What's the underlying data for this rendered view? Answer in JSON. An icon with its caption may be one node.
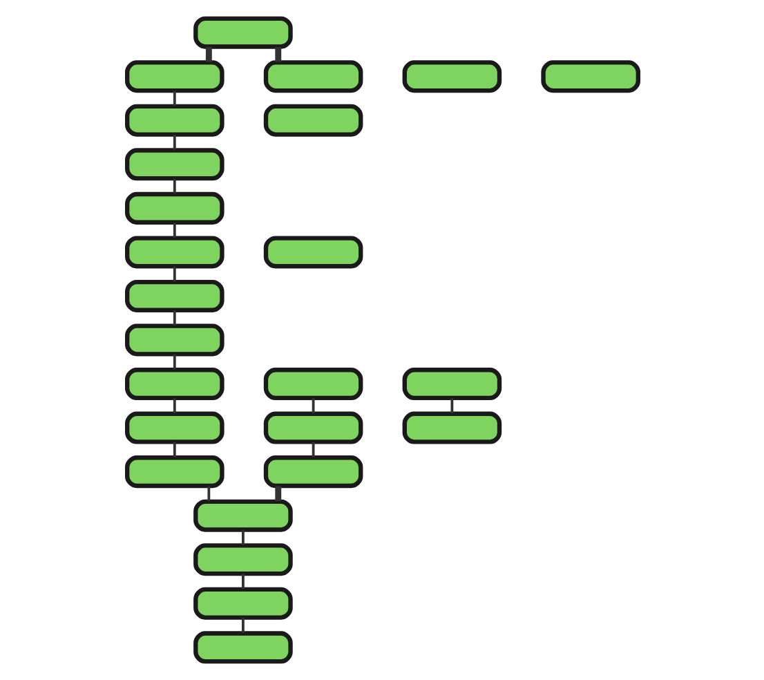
{
  "diagram": {
    "nodes": [
      {
        "text": [],
        "shape": "box"
      },
      {
        "text": [],
        "shape": "box"
      },
      {
        "text": [],
        "shape": "box"
      },
      {
        "text": [],
        "shape": "box"
      },
      {
        "text": [],
        "shape": "box"
      },
      {
        "text": [],
        "shape": "box"
      },
      {
        "text": [],
        "shape": "box"
      },
      {
        "text": [],
        "shape": "box"
      },
      {
        "text": [],
        "shape": "box"
      },
      {
        "text": [],
        "shape": "box"
      },
      {
        "text": [],
        "shape": "box"
      },
      {
        "text": [],
        "shape": "box"
      },
      {
        "text": [],
        "shape": "box"
      },
      {
        "text": [],
        "shape": "box"
      },
      {
        "text": [],
        "shape": "box"
      },
      {
        "text": [],
        "shape": "box"
      },
      {
        "text": [],
        "shape": "box"
      },
      {
        "text": [],
        "shape": "box"
      },
      {
        "text": [],
        "shape": "box"
      },
      {
        "text": [],
        "shape": "box"
      },
      {
        "text": [],
        "shape": "box"
      },
      {
        "text": [],
        "shape": "box"
      },
      {
        "text": [],
        "shape": "box"
      },
      {
        "text": [],
        "shape": "box"
      },
      {
        "text": [],
        "shape": "box"
      }
    ],
    "edges": [
      {
        "from": 0,
        "to": 1,
        "arrow": "none",
        "style": "thick"
      },
      {
        "from": 0,
        "to": 3,
        "arrow": "none",
        "style": "thick"
      },
      {
        "from": 1,
        "to": 5,
        "arrow": "none"
      },
      {
        "from": 5,
        "to": 6,
        "arrow": "none"
      },
      {
        "from": 6,
        "to": 7,
        "arrow": "none"
      },
      {
        "from": 7,
        "to": 8,
        "arrow": "none"
      },
      {
        "from": 8,
        "to": 9,
        "arrow": "none"
      },
      {
        "from": 9,
        "to": 10,
        "arrow": "none"
      },
      {
        "from": 10,
        "to": 11,
        "arrow": "none"
      },
      {
        "from": 11,
        "to": 12,
        "arrow": "none"
      },
      {
        "from": 12,
        "to": 13,
        "arrow": "none"
      },
      {
        "from": 13,
        "to": 14,
        "arrow": "none"
      },
      {
        "from": 14,
        "to": 15,
        "arrow": "none"
      },
      {
        "from": 15,
        "to": 16,
        "arrow": "none"
      },
      {
        "from": 16,
        "to": 17,
        "arrow": "none"
      },
      {
        "from": 20,
        "to": 21,
        "arrow": "none"
      },
      {
        "from": 22,
        "to": 23,
        "arrow": "none"
      },
      {
        "from": 23,
        "to": 24,
        "arrow": "none"
      },
      {
        "from": 24,
        "to": 14,
        "arrow": "none",
        "style": "thick"
      }
    ]
  }
}
